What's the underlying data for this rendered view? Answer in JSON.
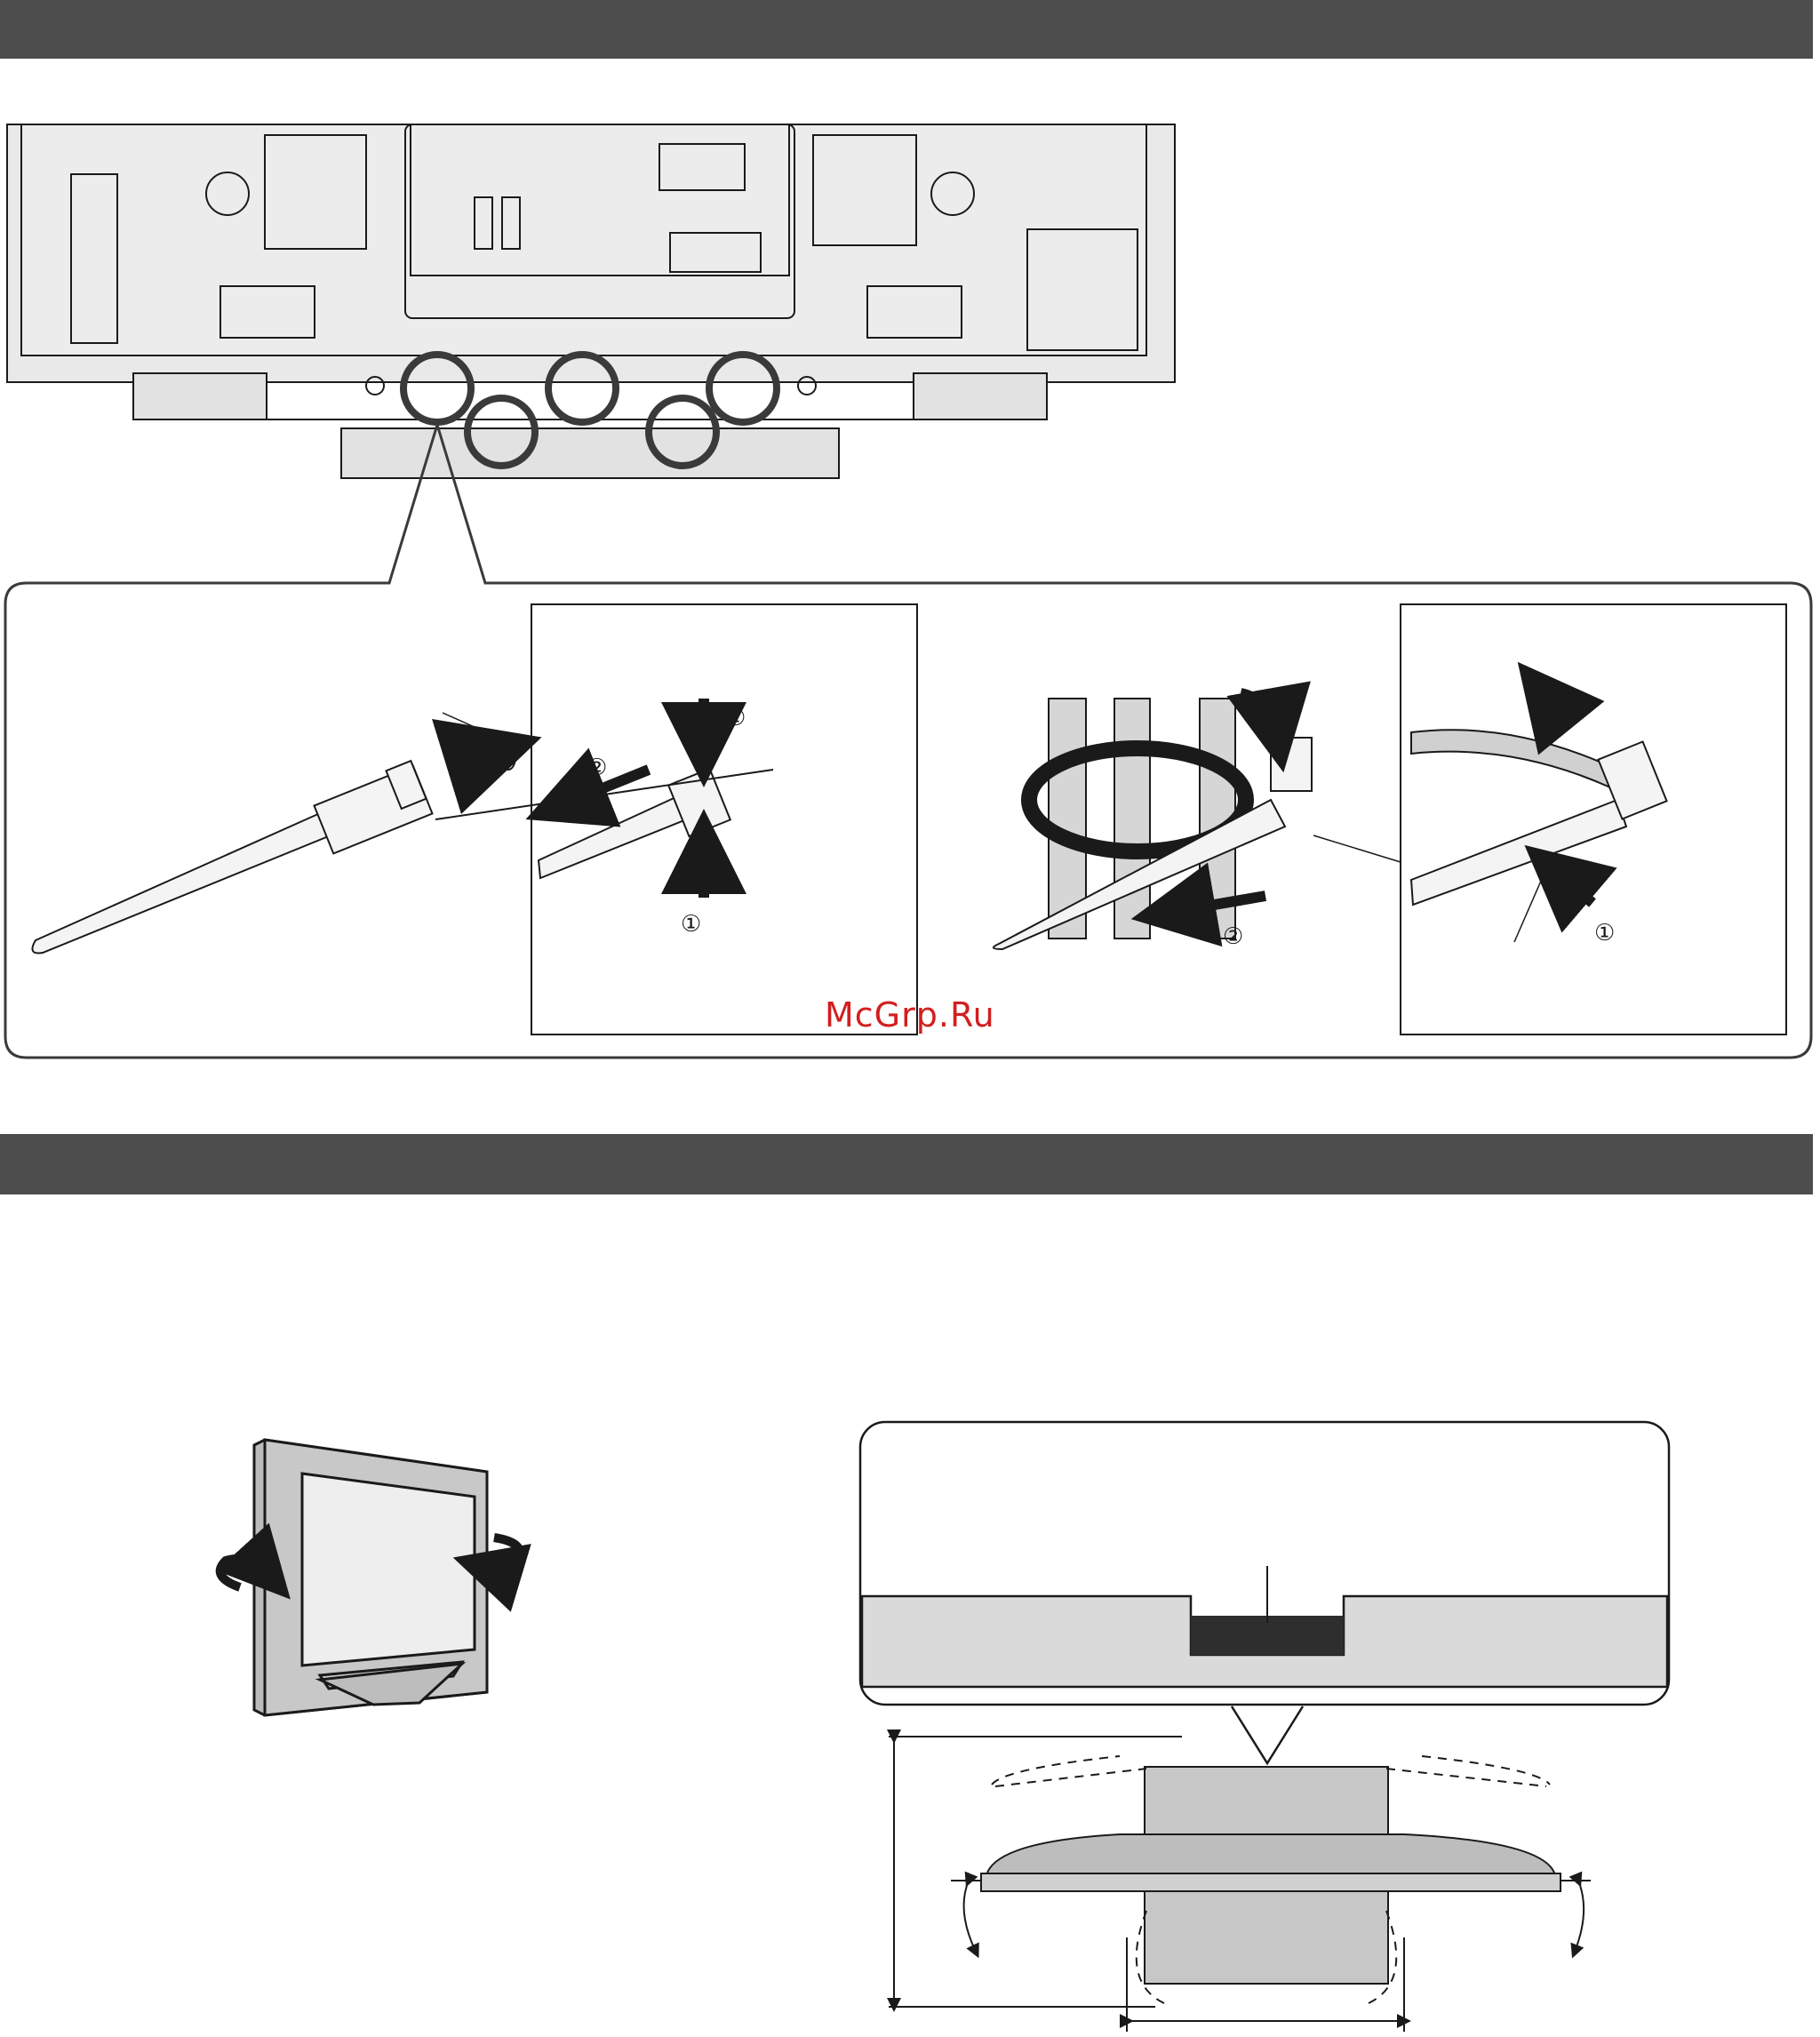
{
  "header_bars": {
    "top": "",
    "middle": ""
  },
  "watermark": {
    "text": "McGrp.Ru"
  },
  "callouts": {
    "step1_a": "①",
    "step2_a": "②",
    "step1_b": "①",
    "step1_c": "①",
    "step2_b": "②",
    "step2_c": "②",
    "step1_d": "①"
  },
  "colors": {
    "bar": "#4d4d4d",
    "watermark": "#d21f1f",
    "stroke": "#1a1a1a",
    "panel_fill": "#e8e8e8"
  },
  "icons": [
    "rotate-arrow-icon",
    "push-arrow-icon",
    "pull-arrow-icon",
    "tv-front-icon"
  ]
}
